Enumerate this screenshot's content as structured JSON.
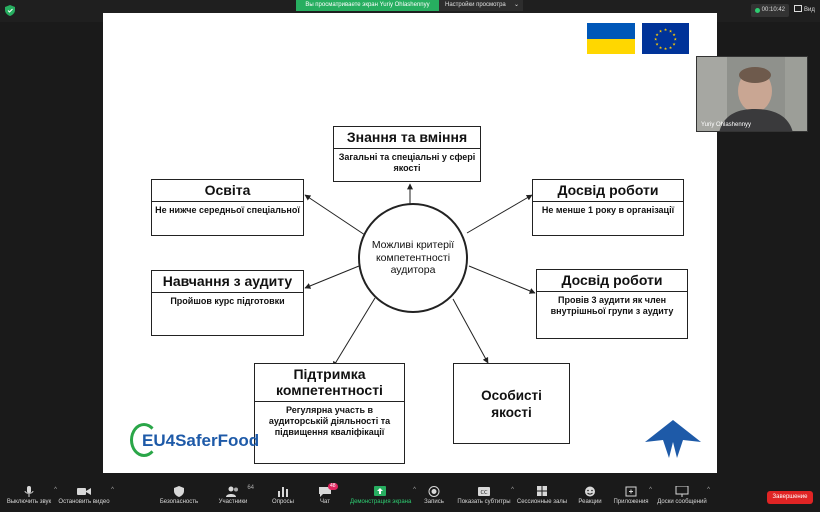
{
  "top": {
    "share_banner": "Вы просматриваете экран Yuriy Ohlashennyy",
    "view_options": "Настройки просмотра",
    "timer": "00:10:42",
    "view_label": "Вид"
  },
  "slide": {
    "center": "Можливі критерії компетентності аудитора",
    "boxes": {
      "knowledge": {
        "title": "Знання та вміння",
        "sub": "Загальні та спеціальні у сфері якості"
      },
      "education": {
        "title": "Освіта",
        "sub": "Не нижче середньої спеціальної"
      },
      "work1": {
        "title": "Досвід роботи",
        "sub": "Не менше 1 року в організації"
      },
      "training": {
        "title": "Навчання з аудиту",
        "sub": "Пройшов курс підготовки"
      },
      "work2": {
        "title": "Досвід роботи",
        "sub": "Провів 3 аудити як член внутрішньої групи з аудиту"
      },
      "support": {
        "title": "Підтримка компетентності",
        "sub": "Регулярна участь в аудиторській діяльності та підвищення кваліфікації"
      },
      "personal": {
        "title": "Особисті якості"
      }
    },
    "logo_text": "EU4SaferFood"
  },
  "video": {
    "participant_name": "Yuriy Ohlashennyy"
  },
  "toolbar": {
    "mute": "Выключить звук",
    "video": "Остановить видео",
    "security": "Безопасность",
    "participants": "Участники",
    "participants_count": "64",
    "polls": "Опросы",
    "chat": "Чат",
    "chat_badge": "48",
    "share": "Демонстрация экрана",
    "record": "Запись",
    "captions": "Показать субтитры",
    "breakout": "Сессионные залы",
    "reactions": "Реакции",
    "apps": "Приложения",
    "whiteboards": "Доски сообщений",
    "end": "Завершение"
  },
  "colors": {
    "share_green": "#27ae60",
    "end_red": "#e02424",
    "ua_blue": "#0057b8",
    "ua_yellow": "#ffd700",
    "eu_blue": "#003399"
  }
}
